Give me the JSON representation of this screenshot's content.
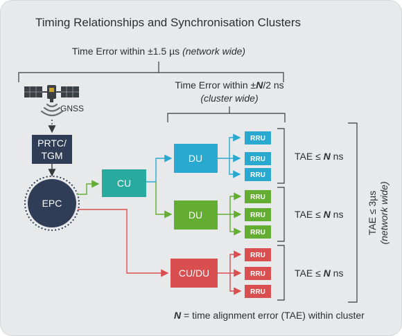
{
  "title": "Timing Relationships and Synchronisation Clusters",
  "network_error": {
    "text": "Time Error within ±1.5 µs",
    "italic": "(network wide)"
  },
  "cluster_error": {
    "prefix": "Time Error within ±",
    "n": "N",
    "suffix": "/2 ns",
    "italic": "(cluster wide)"
  },
  "gnss_label": "GNSS",
  "nodes": {
    "prtc_line1": "PRTC/",
    "prtc_line2": "TGM",
    "epc": "EPC",
    "cu": "CU",
    "du_top": "DU",
    "du_mid": "DU",
    "cudu": "CU/DU",
    "rru": "RRU"
  },
  "tae_cluster": {
    "prefix": "TAE ≤ ",
    "n": "N",
    "suffix": " ns"
  },
  "tae_network": {
    "text": "TAE ≤ 3µs",
    "italic": "(network wide)"
  },
  "footnote": {
    "n": "N",
    "text": " = time alignment error (TAE) within cluster"
  },
  "colors": {
    "background": "#e8e9ea",
    "navy": "#2f3e56",
    "blue": "#29a9cf",
    "teal": "#2aaa9f",
    "green": "#63ad33",
    "red": "#d94f4f",
    "line": "#3a3a3a"
  },
  "icons": [
    "satellite-icon",
    "signal-waves-icon"
  ]
}
